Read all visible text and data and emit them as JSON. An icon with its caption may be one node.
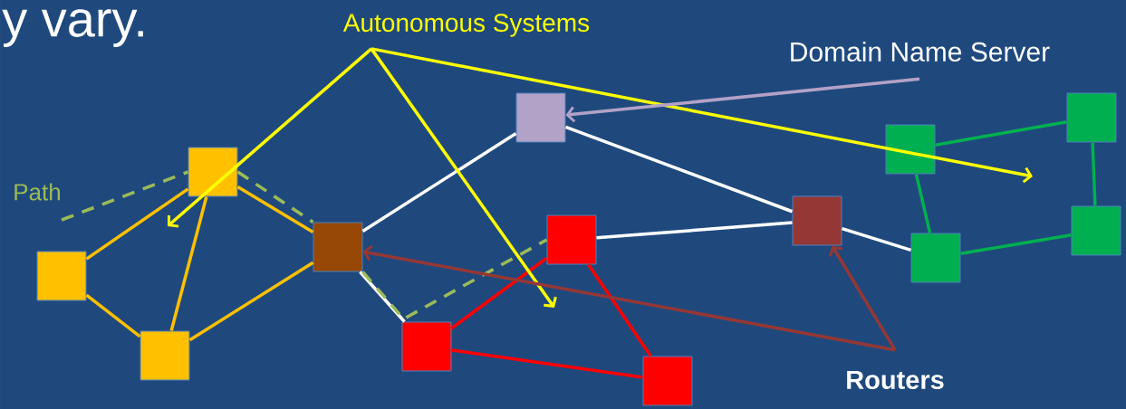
{
  "diagram": {
    "nodes": [
      {
        "text": [
          "Autonomous Systems"
        ]
      },
      {
        "text": [
          "Domain Name Server"
        ]
      },
      {
        "text": [],
        "shape": "box"
      },
      {
        "text": [],
        "shape": "box"
      },
      {
        "text": [],
        "shape": "box"
      },
      {
        "text": [],
        "shape": "box"
      },
      {
        "text": [],
        "shape": "box"
      },
      {
        "text": [],
        "shape": "box"
      },
      {
        "text": [],
        "shape": "box"
      },
      {
        "text": [],
        "shape": "box"
      },
      {
        "text": [],
        "shape": "box"
      },
      {
        "text": [],
        "shape": "box"
      },
      {
        "text": [],
        "shape": "box"
      },
      {
        "text": [],
        "shape": "box"
      },
      {
        "text": [],
        "shape": "box"
      },
      {
        "text": [
          "Routers"
        ]
      }
    ],
    "edges": [
      {
        "from": 2,
        "to": 3,
        "arrow": "none",
        "color": "#ffc000"
      },
      {
        "from": 2,
        "to": 14,
        "arrow": "none",
        "color": "#ffc000"
      },
      {
        "from": 2,
        "to": 4,
        "arrow": "none",
        "color": "#ffc000"
      },
      {
        "from": 3,
        "to": 14,
        "arrow": "none",
        "color": "#ffc000"
      },
      {
        "from": 14,
        "to": 4,
        "arrow": "none",
        "color": "#ffc000"
      },
      {
        "from": 4,
        "to": 5,
        "arrow": "none",
        "color": "#ffffff"
      },
      {
        "from": 4,
        "to": 7,
        "arrow": "none",
        "color": "#ffffff"
      },
      {
        "from": 5,
        "to": 9,
        "arrow": "none",
        "color": "#ffffff"
      },
      {
        "from": 6,
        "to": 9,
        "arrow": "none",
        "color": "#ffffff"
      },
      {
        "from": 9,
        "to": 12,
        "arrow": "none",
        "color": "#ffffff"
      },
      {
        "from": 6,
        "to": 7,
        "arrow": "none",
        "color": "#ff0000"
      },
      {
        "from": 6,
        "to": 8,
        "arrow": "none",
        "color": "#ff0000"
      },
      {
        "from": 7,
        "to": 8,
        "arrow": "none",
        "color": "#ff0000"
      },
      {
        "from": 10,
        "to": 11,
        "arrow": "none",
        "color": "#00b050"
      },
      {
        "from": 10,
        "to": 12,
        "arrow": "none",
        "color": "#00b050"
      },
      {
        "from": 12,
        "to": 13,
        "arrow": "none",
        "color": "#00b050"
      },
      {
        "from": 11,
        "to": 13,
        "arrow": "none",
        "color": "#00b050"
      },
      {
        "from": null,
        "to": 2,
        "arrow": "none",
        "style": "dashed",
        "color": "#9bbb59"
      },
      {
        "from": 2,
        "to": 4,
        "arrow": "none",
        "style": "dashed",
        "color": "#9bbb59"
      },
      {
        "from": 4,
        "to": 6,
        "arrow": "none",
        "style": "dashed",
        "color": "#9bbb59"
      },
      {
        "from": 0,
        "to": null,
        "arrow": "to",
        "color": "#ffff00"
      },
      {
        "from": 0,
        "to": null,
        "arrow": "to",
        "color": "#ffff00"
      },
      {
        "from": 0,
        "to": null,
        "arrow": "to",
        "color": "#ffff00"
      },
      {
        "from": 1,
        "to": 5,
        "arrow": "to",
        "color": "#b3a2c7"
      },
      {
        "from": 15,
        "to": 4,
        "arrow": "to",
        "color": "#953735"
      },
      {
        "from": 15,
        "to": 9,
        "arrow": "to",
        "color": "#953735"
      }
    ],
    "labels": [
      "y vary.",
      "Path"
    ]
  }
}
